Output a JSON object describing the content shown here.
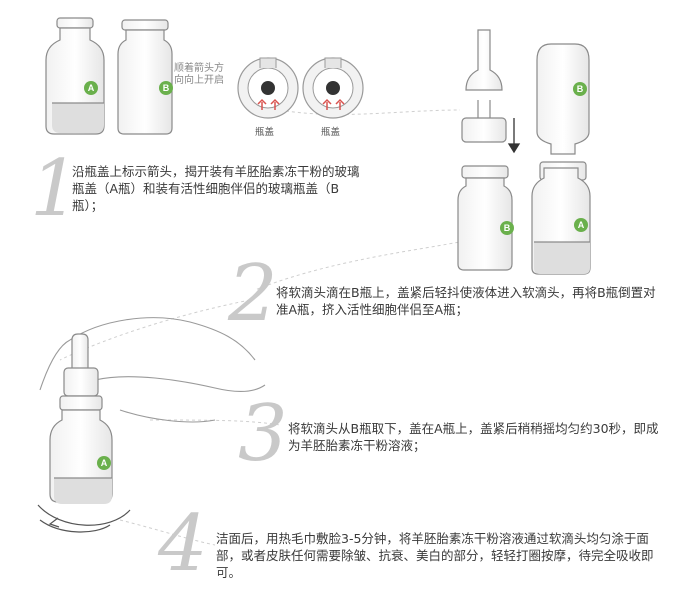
{
  "steps": [
    {
      "number": "1",
      "text": "沿瓶盖上标示箭头，揭开装有羊胚胎素冻干粉的玻璃瓶盖（A瓶）和装有活性细胞伴侣的玻璃瓶盖（B瓶）；"
    },
    {
      "number": "2",
      "text": "将软滴头滴在B瓶上，盖紧后轻抖使液体进入软滴头，再将B瓶倒置对准A瓶，挤入活性细胞伴侣至A瓶；"
    },
    {
      "number": "3",
      "text": "将软滴头从B瓶取下，盖在A瓶上，盖紧后稍稍摇均匀约30秒，即成为羊胚胎素冻干粉溶液；"
    },
    {
      "number": "4",
      "text": "洁面后，用热毛巾敷脸3-5分钟，将羊胚胎素冻干粉溶液通过软滴头均匀涂于面部，或者皮肤任何需要除皱、抗衰、美白的部分，轻轻打圈按摩，待完全吸收即可。"
    }
  ],
  "hint": {
    "line1": "顺着箭头方",
    "line2": "向向上开启"
  },
  "cap_labels": [
    "瓶盖",
    "瓶盖"
  ],
  "badges": {
    "a": "A",
    "b": "B"
  },
  "colors": {
    "badge": "#6ab04c",
    "number": "#c9c9c9",
    "outline": "#8a8a8a",
    "arrow": "#d9534f"
  }
}
